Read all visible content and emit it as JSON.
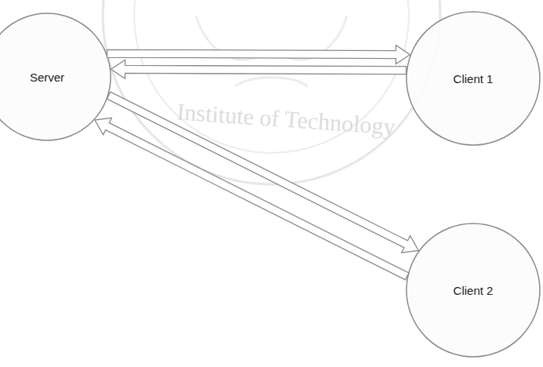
{
  "diagram": {
    "nodes": [
      {
        "text": [
          "Server"
        ]
      },
      {
        "text": [
          "Client 1"
        ]
      },
      {
        "text": [
          "Client 2"
        ]
      }
    ],
    "edges": [
      {
        "from": 0,
        "to": 1,
        "arrow": "to"
      },
      {
        "from": 1,
        "to": 0,
        "arrow": "to"
      },
      {
        "from": 0,
        "to": 2,
        "arrow": "to"
      },
      {
        "from": 2,
        "to": 0,
        "arrow": "to"
      }
    ],
    "labels": [
      "Institute of Technology"
    ]
  }
}
